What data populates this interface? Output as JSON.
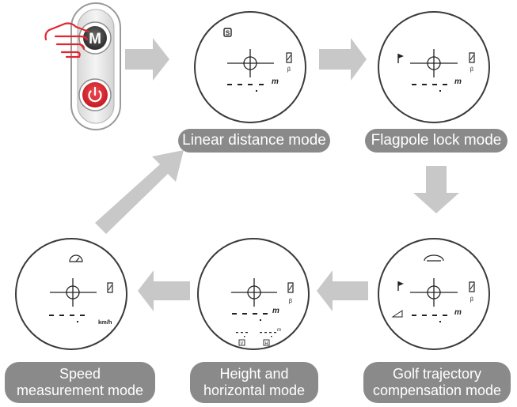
{
  "remote": {
    "mode_button_letter": "M"
  },
  "modes": {
    "linear": {
      "label": "Linear distance mode",
      "top_symbol": "S",
      "unit": "m"
    },
    "flagpole": {
      "label": "Flagpole lock mode",
      "unit": "m"
    },
    "golf": {
      "label_line1": "Golf trajectory",
      "label_line2": "compensation mode",
      "unit": "m"
    },
    "height": {
      "label_line1": "Height and",
      "label_line2": "horizontal mode",
      "unit": "m",
      "small_unit": "m",
      "v_label": "V",
      "h_label": "H"
    },
    "speed": {
      "label_line1": "Speed",
      "label_line2": "measurement mode",
      "unit": "km/h"
    }
  },
  "colors": {
    "arrow": "#c8c8c8",
    "pill": "#8a8a8a",
    "power_red": "#e3262f",
    "hand_red": "#e3262f"
  }
}
